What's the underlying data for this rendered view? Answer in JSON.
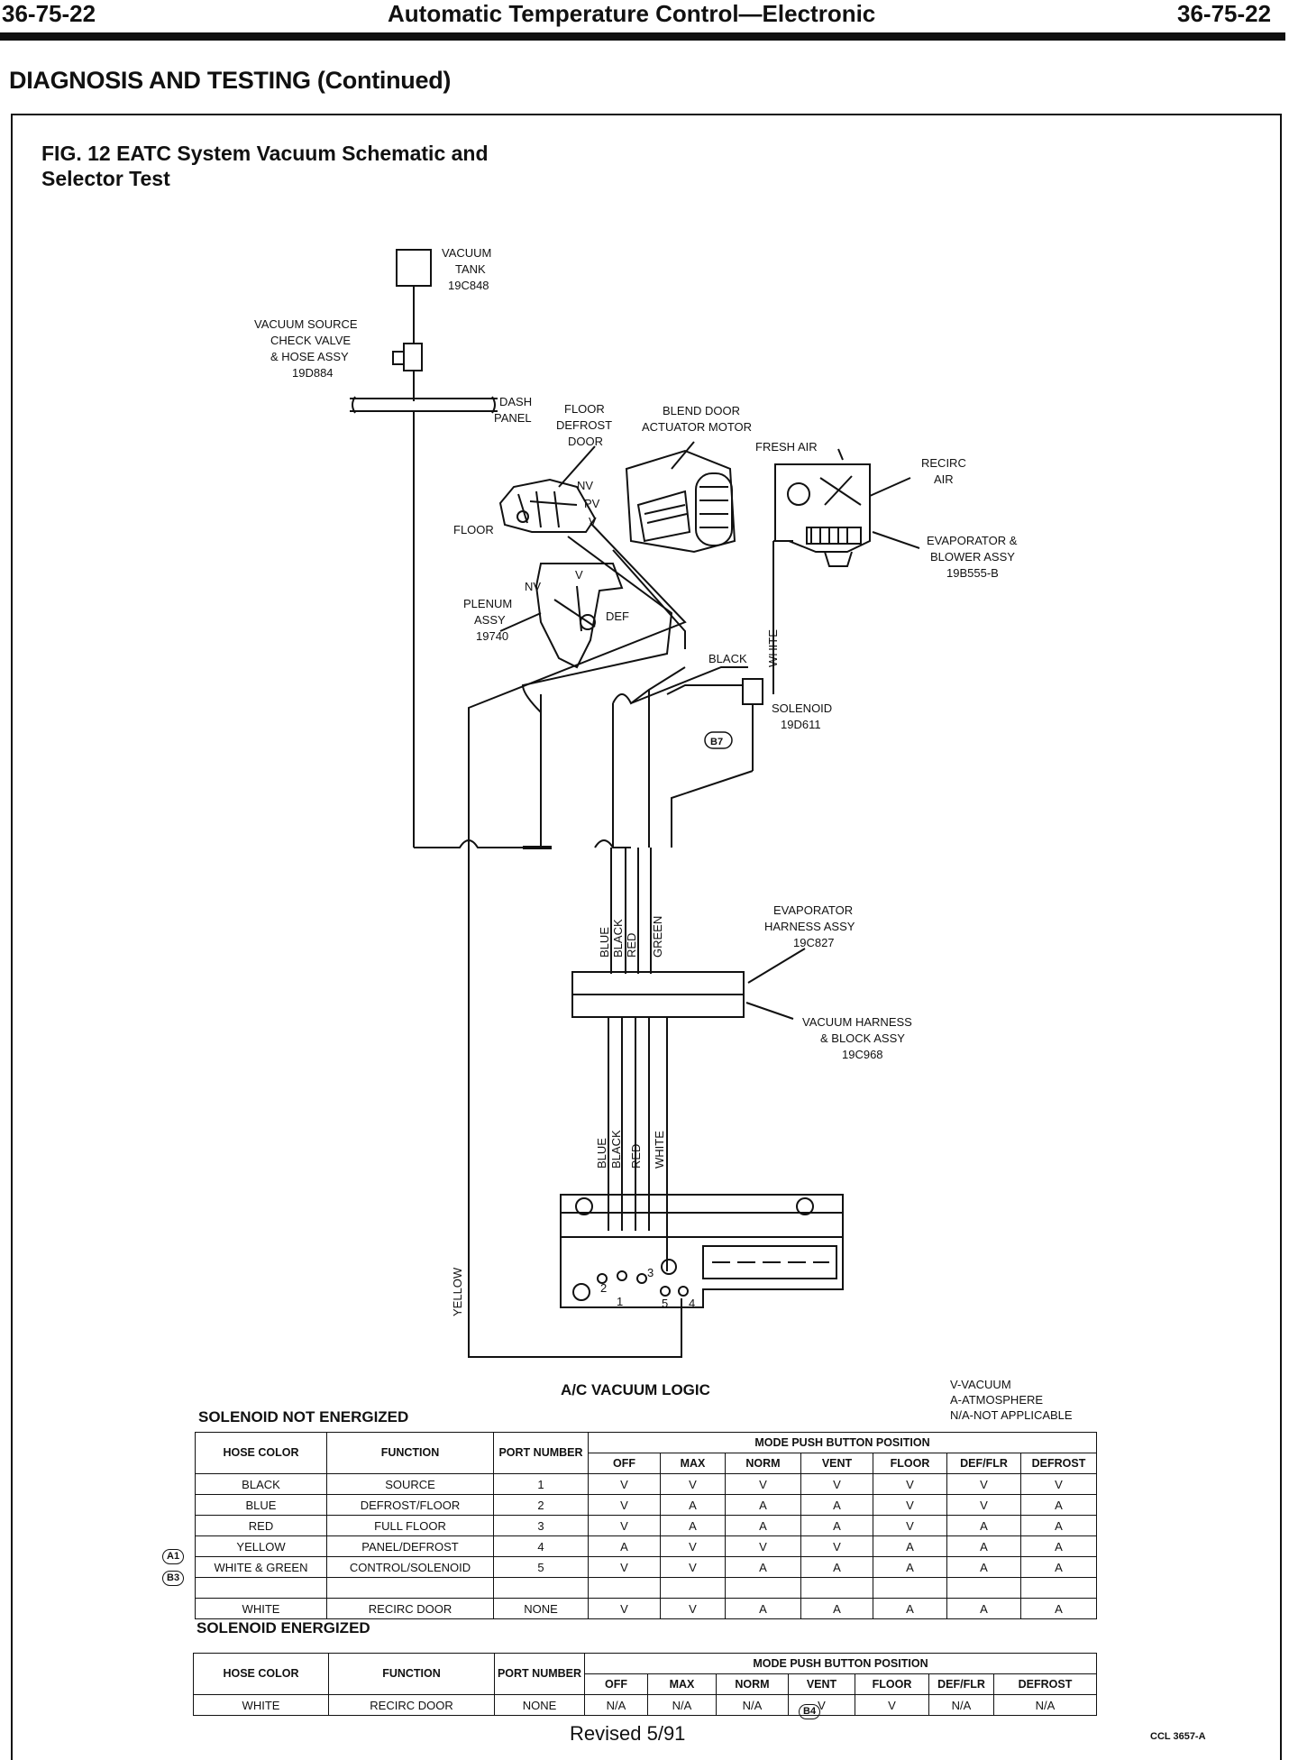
{
  "header": {
    "page_left": "36-75-22",
    "title": "Automatic Temperature Control—Electronic",
    "page_right": "36-75-22"
  },
  "section_title": "DIAGNOSIS AND TESTING (Continued)",
  "figure": {
    "title_line1": "FIG. 12 EATC System Vacuum Schematic and",
    "title_line2": "Selector Test"
  },
  "schematic": {
    "vacuum_tank": [
      "VACUUM",
      "TANK",
      "19C848"
    ],
    "check_valve": [
      "VACUUM SOURCE",
      "CHECK VALVE",
      "& HOSE ASSY",
      "19D884"
    ],
    "dash_panel": [
      "DASH",
      "PANEL"
    ],
    "floor_defrost_door": [
      "FLOOR",
      "DEFROST",
      "DOOR"
    ],
    "blend_door": [
      "BLEND DOOR",
      "ACTUATOR MOTOR"
    ],
    "fresh_air": "FRESH AIR",
    "recirc_air": [
      "RECIRC",
      "AIR"
    ],
    "evaporator_blower": [
      "EVAPORATOR &",
      "BLOWER ASSY",
      "19B555-B"
    ],
    "floor": "FLOOR",
    "nv": "NV",
    "pv": "PV",
    "v": "V",
    "plenum": [
      "PLENUM",
      "ASSY",
      "19740"
    ],
    "def": "DEF",
    "black": "BLACK",
    "white": "WHITE",
    "solenoid": [
      "SOLENOID",
      "19D611"
    ],
    "callout_b7": "B7",
    "hose_top": [
      "BLUE",
      "BLACK",
      "RED",
      "GREEN"
    ],
    "evap_harness": [
      "EVAPORATOR",
      "HARNESS ASSY",
      "19C827"
    ],
    "vac_harness": [
      "VACUUM HARNESS",
      "& BLOCK ASSY",
      "19C968"
    ],
    "hose_bottom": [
      "BLUE",
      "BLACK",
      "RED",
      "WHITE"
    ],
    "yellow": "YELLOW",
    "ports": [
      "2",
      "1",
      "3",
      "5",
      "4"
    ]
  },
  "logic_title": "A/C VACUUM LOGIC",
  "legend": [
    "V-VACUUM",
    "A-ATMOSPHERE",
    "N/A-NOT APPLICABLE"
  ],
  "not_energized": {
    "caption": "SOLENOID NOT ENERGIZED",
    "headers": {
      "hose_color": "HOSE COLOR",
      "function": "FUNCTION",
      "port_number": "PORT NUMBER",
      "mode": "MODE PUSH BUTTON POSITION",
      "modes": [
        "OFF",
        "MAX",
        "NORM",
        "VENT",
        "FLOOR",
        "DEF/FLR",
        "DEFROST"
      ]
    },
    "rows": [
      {
        "color": "BLACK",
        "function": "SOURCE",
        "port": "1",
        "values": [
          "V",
          "V",
          "V",
          "V",
          "V",
          "V",
          "V"
        ]
      },
      {
        "color": "BLUE",
        "function": "DEFROST/FLOOR",
        "port": "2",
        "values": [
          "V",
          "A",
          "A",
          "A",
          "V",
          "V",
          "A"
        ]
      },
      {
        "color": "RED",
        "function": "FULL FLOOR",
        "port": "3",
        "values": [
          "V",
          "A",
          "A",
          "A",
          "V",
          "A",
          "A"
        ]
      },
      {
        "color": "YELLOW",
        "function": "PANEL/DEFROST",
        "port": "4",
        "values": [
          "A",
          "V",
          "V",
          "V",
          "A",
          "A",
          "A"
        ]
      },
      {
        "color": "WHITE & GREEN",
        "function": "CONTROL/SOLENOID",
        "port": "5",
        "values": [
          "V",
          "V",
          "A",
          "A",
          "A",
          "A",
          "A"
        ]
      },
      {
        "color": "",
        "function": "",
        "port": "",
        "values": [
          "",
          "",
          "",
          "",
          "",
          "",
          ""
        ]
      },
      {
        "color": "WHITE",
        "function": "RECIRC DOOR",
        "port": "NONE",
        "values": [
          "V",
          "V",
          "A",
          "A",
          "A",
          "A",
          "A"
        ]
      }
    ],
    "callouts": [
      "A1",
      "B3"
    ]
  },
  "energized": {
    "caption": "SOLENOID ENERGIZED",
    "headers": {
      "hose_color": "HOSE COLOR",
      "function": "FUNCTION",
      "port_number": "PORT NUMBER",
      "mode": "MODE PUSH BUTTON POSITION",
      "modes": [
        "OFF",
        "MAX",
        "NORM",
        "VENT",
        "FLOOR",
        "DEF/FLR",
        "DEFROST"
      ]
    },
    "rows": [
      {
        "color": "WHITE",
        "function": "RECIRC DOOR",
        "port": "NONE",
        "values": [
          "N/A",
          "N/A",
          "N/A",
          "V",
          "V",
          "N/A",
          "N/A"
        ]
      }
    ],
    "callout": "B4"
  },
  "footer": {
    "revised": "Revised 5/91",
    "code": "CCL 3657-A"
  }
}
